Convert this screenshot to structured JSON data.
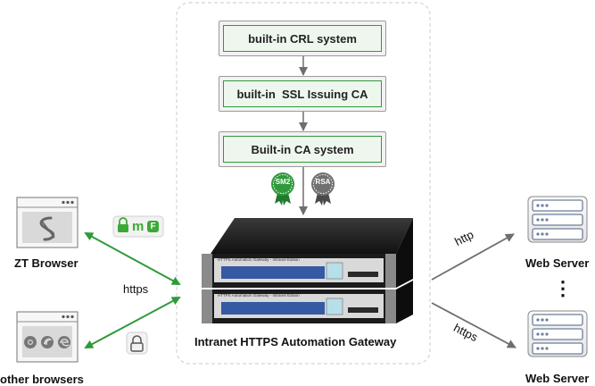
{
  "ca_chain": {
    "crl": "built-in CRL system",
    "ssl_ca": "built-in  SSL Issuing CA",
    "root_ca": "Built-in CA system"
  },
  "badges": {
    "sm2": "SM2",
    "rsa": "RSA"
  },
  "browsers": {
    "zt_label": "ZT Browser",
    "other_label": "other browsers",
    "zt_icon": "zt-browser-logo-icon",
    "other_icons": [
      "chrome-icon",
      "firefox-icon",
      "edge-icon"
    ]
  },
  "zt_marks": {
    "m": "m",
    "f": "F"
  },
  "protocols": {
    "left": "https",
    "right_http": "http",
    "right_https": "https"
  },
  "gateway": {
    "label": "Intranet HTTPS Automation Gateway",
    "plate_text": "HTTPS Automation Gateway - Intranet Edition"
  },
  "servers": {
    "top_label": "Web Server",
    "bottom_label": "Web Server",
    "ellipsis": "⋮"
  },
  "colors": {
    "green": "#2f9a3b",
    "arrow_gray": "#6e6e6e",
    "dash": "#d4d4d4",
    "server_blue": "#6c7f9c"
  }
}
